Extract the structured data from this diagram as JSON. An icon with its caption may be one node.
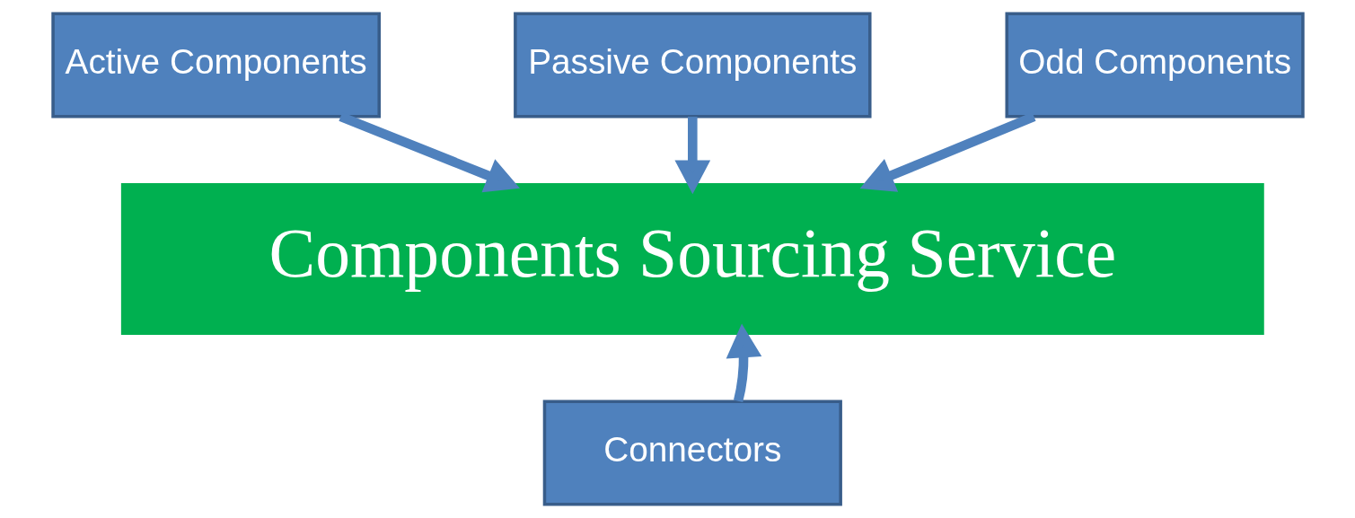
{
  "diagram": {
    "nodes": [
      {
        "text": [
          "Active Components"
        ]
      },
      {
        "text": [
          "Passive Components"
        ]
      },
      {
        "text": [
          "Odd Components"
        ]
      },
      {
        "text": [
          "Components Sourcing Service"
        ]
      },
      {
        "text": [
          "Connectors"
        ]
      }
    ],
    "edges": [
      {
        "from": 0,
        "to": 3,
        "arrow": "to"
      },
      {
        "from": 1,
        "to": 3,
        "arrow": "to"
      },
      {
        "from": 2,
        "to": 3,
        "arrow": "to"
      },
      {
        "from": 4,
        "to": 3,
        "arrow": "to"
      }
    ]
  }
}
